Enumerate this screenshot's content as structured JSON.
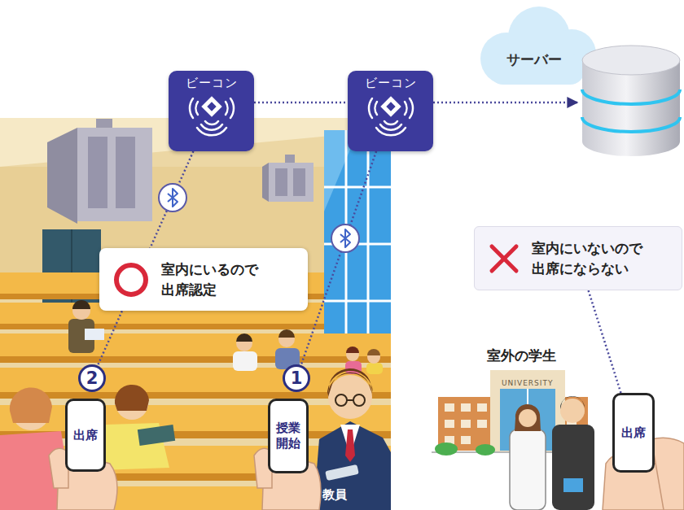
{
  "diagram": {
    "nodes": [
      {
        "text": [
          "ビーコン"
        ]
      },
      {
        "text": [
          "ビーコン"
        ]
      },
      {
        "text": [
          "サーバー"
        ]
      },
      {
        "text": [
          "室内にいるので 出席認定"
        ]
      },
      {
        "text": [
          "室内にいないので 出席にならない"
        ]
      },
      {
        "text": [
          "2"
        ]
      },
      {
        "text": [
          "1"
        ]
      },
      {
        "text": [
          "出席"
        ]
      },
      {
        "text": [
          "授業 開始"
        ]
      },
      {
        "text": [
          "出席"
        ]
      }
    ],
    "edges": [
      {
        "from": 0,
        "to": 1,
        "arrow": "none"
      },
      {
        "from": 1,
        "to": 2,
        "arrow": "to"
      },
      {
        "from": 0,
        "to": 5,
        "arrow": "none"
      },
      {
        "from": 1,
        "to": 6,
        "arrow": "none"
      },
      {
        "from": 9,
        "to": 4,
        "arrow": "none"
      }
    ],
    "labels": [
      "教員",
      "室外の学生",
      "UNIVERSITY"
    ]
  }
}
